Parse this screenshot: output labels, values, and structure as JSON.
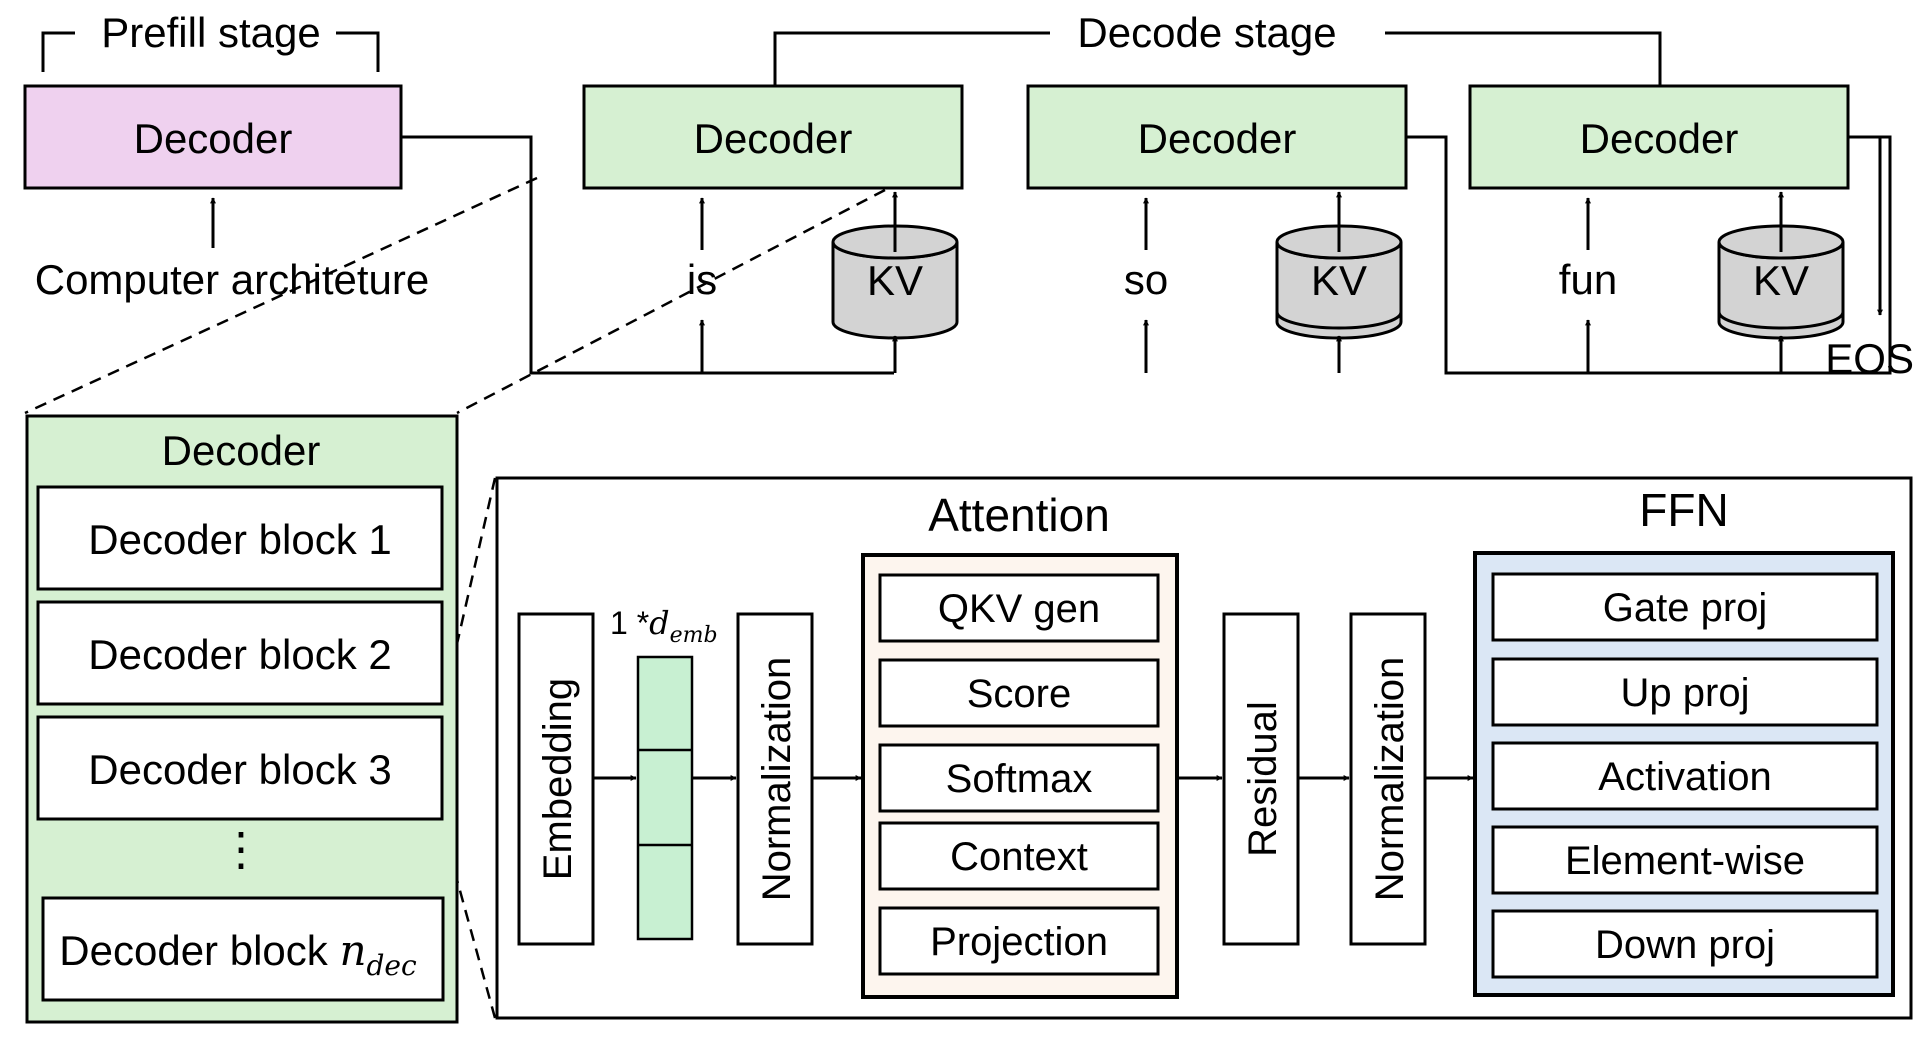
{
  "prefill": {
    "stage_label": "Prefill stage",
    "decoder_label": "Decoder",
    "input_label": "Computer architeture"
  },
  "decode": {
    "stage_label": "Decode stage",
    "steps": [
      {
        "decoder_label": "Decoder",
        "token": "is",
        "cache_label": "KV"
      },
      {
        "decoder_label": "Decoder",
        "token": "so",
        "cache_label": "KV"
      },
      {
        "decoder_label": "Decoder",
        "token": "fun",
        "cache_label": "KV"
      }
    ],
    "end_label": "EOS"
  },
  "decoder_detail": {
    "title": "Decoder",
    "blocks": [
      "Decoder block 1",
      "Decoder block 2",
      "Decoder block 3"
    ],
    "ellipsis": "⋮",
    "last_block_prefix": "Decoder block ",
    "last_block_var": "n",
    "last_block_sub": "dec"
  },
  "block_detail": {
    "embedding_label": "Embedding",
    "vector_prefix": "1 *",
    "vector_var": "d",
    "vector_sub": "emb",
    "norm1_label": "Normalization",
    "attention": {
      "title": "Attention",
      "title_color": "#e07b39",
      "fill": "#fdf5ee",
      "items": [
        "QKV gen",
        "Score",
        "Softmax",
        "Context",
        "Projection"
      ]
    },
    "residual_label": "Residual",
    "norm2_label": "Normalization",
    "ffn": {
      "title": "FFN",
      "title_color": "#2a7bc4",
      "fill": "#dbe7f5",
      "items": [
        "Gate proj",
        "Up proj",
        "Activation",
        "Element-wise",
        "Down proj"
      ]
    }
  },
  "colors": {
    "prefill_decoder_fill": "#efd1ef",
    "decode_decoder_fill": "#d6f0d2",
    "decoder_panel_fill": "#d6f0d2",
    "vector_fill": "#c8f0d2",
    "kv_fill": "#d3d3d3"
  }
}
